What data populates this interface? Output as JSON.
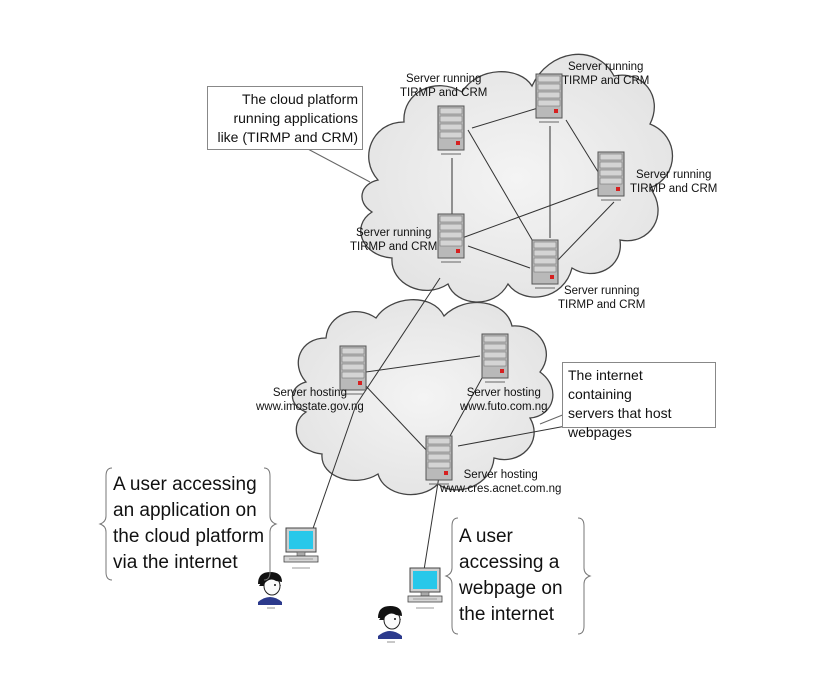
{
  "callouts": {
    "cloud_platform": [
      "The cloud platform",
      "running applications",
      "like (TIRMP and CRM)"
    ],
    "internet": [
      "The internet containing",
      "servers that host",
      "webpages"
    ]
  },
  "server_labels": {
    "cloud_top_left": [
      "Server running",
      "TIRMP and CRM"
    ],
    "cloud_top_right": [
      "Server running",
      "TIRMP and CRM"
    ],
    "cloud_right": [
      "Server running",
      "TIRMP and CRM"
    ],
    "cloud_middle_left": [
      "Server running",
      "TIRMP and CRM"
    ],
    "cloud_bottom": [
      "Server running",
      "TIRMP and CRM"
    ],
    "internet_left": [
      "Server hosting",
      "www.imostate.gov.ng"
    ],
    "internet_right": [
      "Server hosting",
      "www.futo.com.ng"
    ],
    "internet_bottom": [
      "Server hosting",
      "www.cres.acnet.com.ng"
    ]
  },
  "users": {
    "cloud_user": [
      "A user accessing",
      "an application on",
      "the cloud platform",
      "via the internet"
    ],
    "web_user": [
      "A user",
      "accessing a",
      "webpage on",
      "the internet"
    ]
  },
  "colors": {
    "cloud_fill": "#ebebeb",
    "cloud_stroke": "#444444",
    "server_body": "#b9b9b9",
    "server_led": "#d62020",
    "monitor_screen": "#28c8ea",
    "person_hair": "#111111",
    "person_shirt": "#2c3a8c"
  }
}
